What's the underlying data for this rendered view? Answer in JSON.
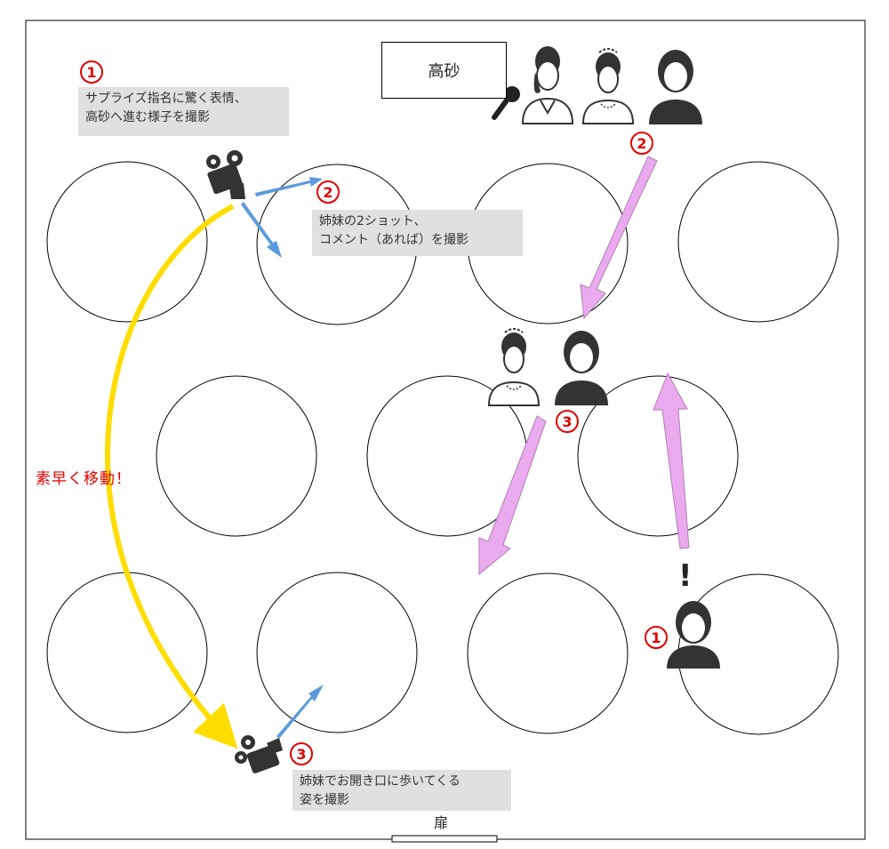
{
  "stage_label": "高砂",
  "door_label": "扉",
  "notes": {
    "step1": [
      "サプライズ指名に驚く表情、",
      "高砂へ進む様子を撮影"
    ],
    "step2": [
      "姉妹の2ショット、",
      "コメント（あれば）を撮影"
    ],
    "step3": [
      "姉妹でお開き口に歩いてくる",
      "姿を撮影"
    ]
  },
  "move_label": "素早く移動！",
  "exclaim": "!",
  "markers": {
    "cam1": "1",
    "cam2": "2",
    "cam3": "3",
    "person2": "2",
    "person3": "3",
    "person1": "1"
  },
  "icons": {
    "camera": "video-camera-icon",
    "microphone": "microphone-icon",
    "bride": "bride-icon",
    "woman": "woman-icon"
  },
  "colors": {
    "red": "#e00000",
    "yellow": "#ffdd00",
    "blue_arrow": "#5b9bdc",
    "pink_arrow": "#e9aaee",
    "note_bg": "#e0e0e0"
  }
}
